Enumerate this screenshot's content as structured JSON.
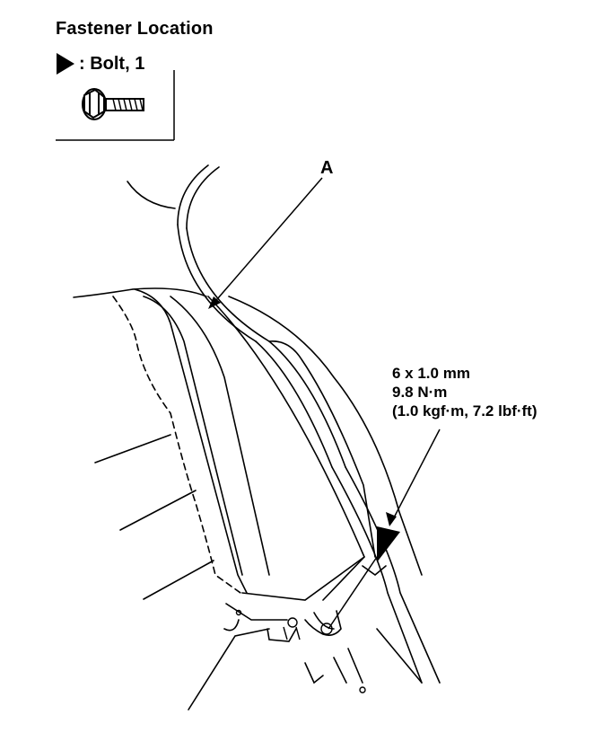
{
  "legend": {
    "title": "Fastener Location",
    "bolt_label": ": Bolt, 1"
  },
  "callouts": {
    "part_a": "A"
  },
  "spec": {
    "size": "6 x 1.0 mm",
    "torque_nm": "9.8 N·m",
    "torque_alt": "(1.0 kgf·m, 7.2 lbf·ft)"
  },
  "icons": {
    "legend_marker": "triangle-marker-icon",
    "bolt": "bolt-icon",
    "fastener_marker": "triangle-marker-icon"
  },
  "colors": {
    "ink": "#000000",
    "background": "#ffffff"
  }
}
